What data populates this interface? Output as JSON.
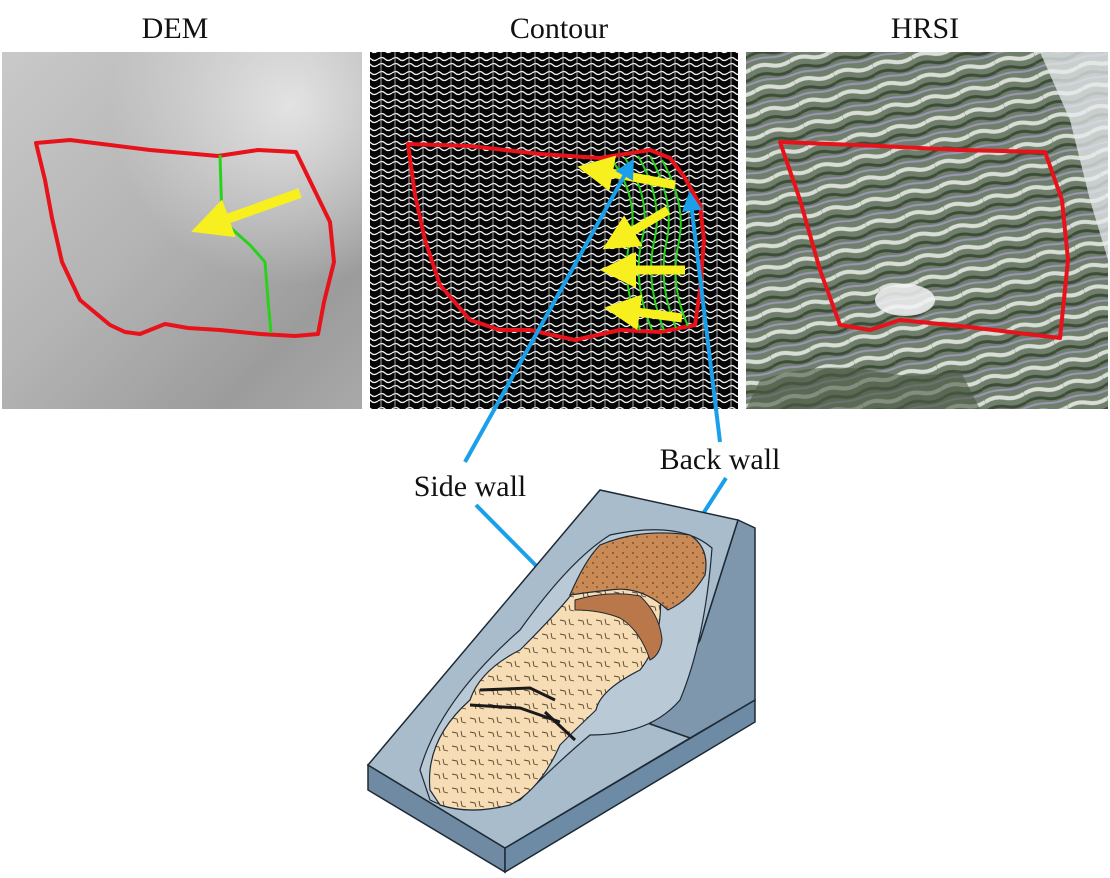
{
  "panels": {
    "dem": {
      "title": "DEM"
    },
    "contour": {
      "title": "Contour"
    },
    "hrsi": {
      "title": "HRSI"
    }
  },
  "annotations": {
    "side_wall": "Side wall",
    "back_wall": "Back wall"
  },
  "colors": {
    "boundary": "#e8121b",
    "flow_arrow": "#f7f01e",
    "scarp_line": "#28d21c",
    "leader_line": "#1aa0ea",
    "slope_face": "#a9bccc",
    "slope_side": "#7f97ad",
    "deposit_light": "#f7ddb5",
    "deposit_dark": "#c98a56"
  }
}
